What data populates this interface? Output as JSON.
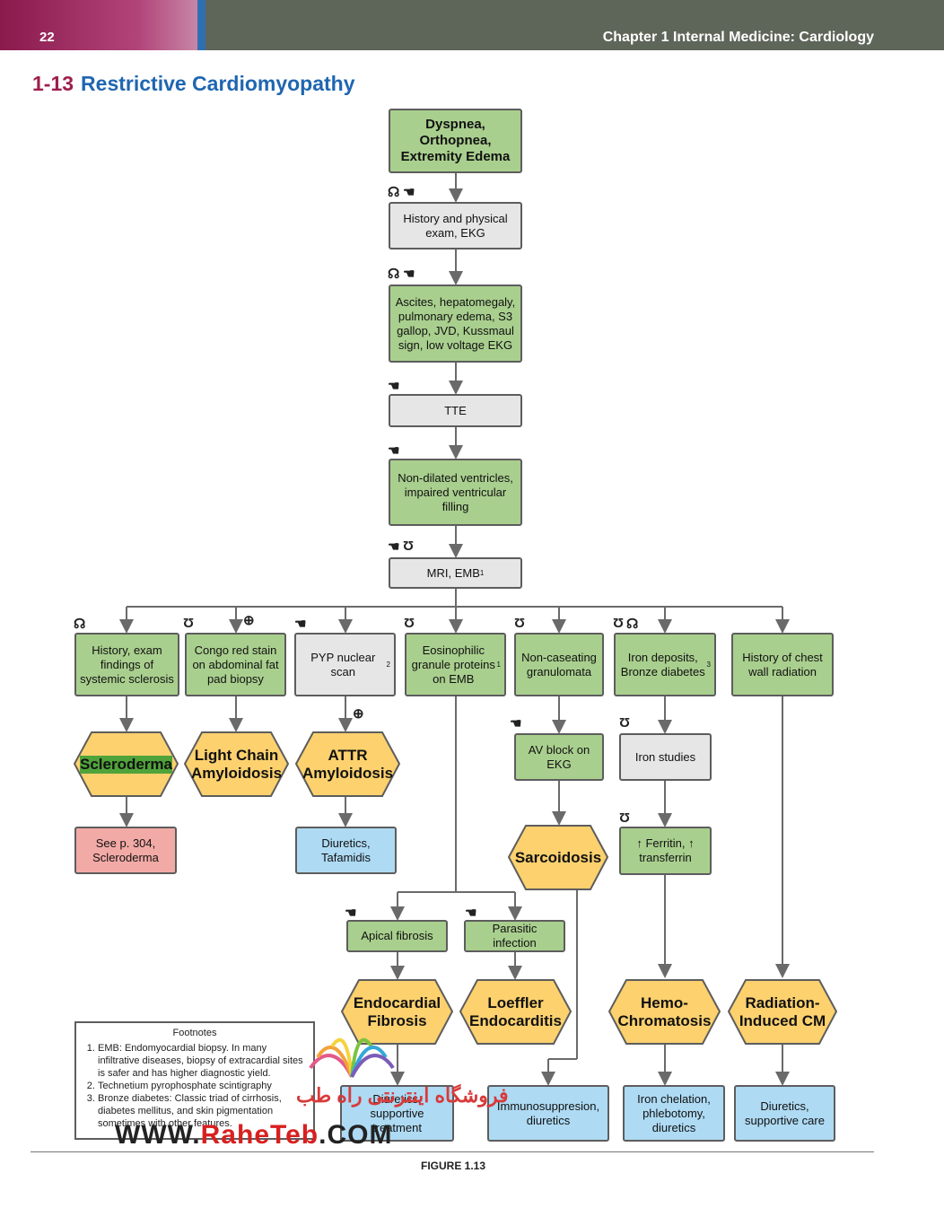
{
  "header": {
    "page_number": "22",
    "chapter": "Chapter 1  Internal Medicine: Cardiology"
  },
  "section": {
    "number": "1-13",
    "title": "Restrictive Cardiomyopathy"
  },
  "nodes": {
    "symptoms": "Dyspnea, Orthopnea, Extremity Edema",
    "history_exam": "History and physical exam, EKG",
    "signs": "Ascites, hepatomegaly, pulmonary edema, S3 gallop, JVD, Kussmaul sign, low voltage EKG",
    "tte": "TTE",
    "nondilated": "Non-dilated ventricles, impaired ventricular filling",
    "mri_emb": "MRI, EMB",
    "hist_scleroderma": "History, exam findings of systemic sclerosis",
    "congo": "Congo red stain on abdominal fat pad biopsy",
    "pyp": "PYP nuclear scan",
    "eosinophilic": "Eosinophilic granule proteins on EMB",
    "noncaseating": "Non-caseating granulomata",
    "iron": "Iron deposits, Bronze diabetes",
    "chest_radiation": "History of chest wall radiation",
    "scleroderma": "Scleroderma",
    "light_chain_1": "Light Chain",
    "light_chain_2": "Amyloidosis",
    "attr_1": "ATTR",
    "attr_2": "Amyloidosis",
    "av_block": "AV block on EKG",
    "iron_studies": "Iron studies",
    "see_p304": "See p. 304, Scleroderma",
    "diuretics_tafamidis": "Diuretics, Tafamidis",
    "sarcoidosis": "Sarcoidosis",
    "ferritin": "↑ Ferritin, ↑ transferrin",
    "apical_fibrosis": "Apical fibrosis",
    "parasitic": "Parasitic infection",
    "endocardial_1": "Endocardial",
    "endocardial_2": "Fibrosis",
    "loeffler_1": "Loeffler",
    "loeffler_2": "Endocarditis",
    "hemo_1": "Hemo-",
    "hemo_2": "Chromatosis",
    "radiation_1": "Radiation-",
    "radiation_2": "Induced CM",
    "diuretics_supportive_1": "Diuretics, supportive treatment",
    "immuno": "Immunosuppresion, diuretics",
    "iron_chelation": "Iron chelation, phlebotomy, diuretics",
    "diuretics_supportive_2": "Diuretics, supportive care"
  },
  "superscripts": {
    "emb": "1",
    "pyp": "2",
    "eosin": "1",
    "iron": "3"
  },
  "footnotes": {
    "title": "Footnotes",
    "items": [
      "EMB: Endomyocardial biopsy. In many infiltrative diseases, biopsy of extracardial sites is safer and has higher diagnostic yield.",
      "Technetium pyrophosphate scintigraphy",
      "Bronze diabetes: Classic triad of cirrhosis, diabetes mellitus, and skin pigmentation sometimes with other features."
    ]
  },
  "watermark": {
    "url_prefix": "WWW.",
    "url_brand": "RaheTeb",
    "url_suffix": ".COM",
    "persian": "فروشگاه اینترنتی راه طب"
  },
  "icons": {
    "stethoscope": "stethoscope-icon",
    "hand": "examining-hand-icon",
    "test_tube": "test-tube-icon",
    "positive": "positive-result-icon"
  },
  "colors": {
    "finding_green": "#a9cf8e",
    "test_gray": "#e6e6e6",
    "treatment_blue": "#aedaf3",
    "referral_pink": "#f2aaa6",
    "diagnosis_yellow": "#fcd16e",
    "title_blue": "#1f66b0",
    "title_maroon": "#9e1f4e"
  },
  "caption": "FIGURE 1.13"
}
